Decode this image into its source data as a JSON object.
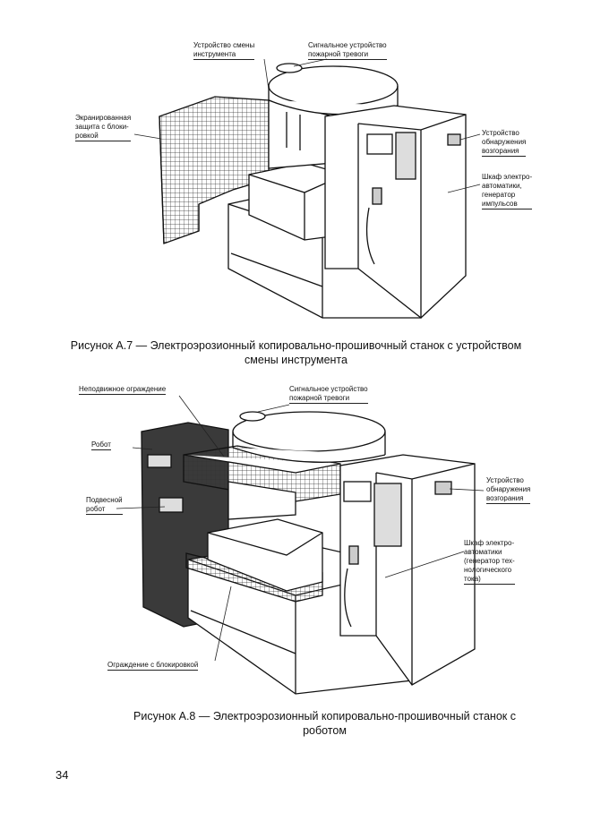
{
  "figure_a7": {
    "labels": {
      "tool_changer": "Устройство смены\nинструмента",
      "fire_alarm": "Сигнальное устройство\nпожарной тревоги",
      "shielded_guard": "Экранированная\nзащита с блоки-\nровкой",
      "ignition_detector": "Устройство\nобнаружения\nвозгорания",
      "control_cabinet": "Шкаф электро-\nавтоматики,\nгенератор\nимпульсов"
    },
    "caption": "Рисунок А.7 — Электроэрозионный копировально-прошивочный станок с устройством\nсмены инструмента"
  },
  "figure_a8": {
    "labels": {
      "fixed_guard": "Неподвижное ограждение",
      "fire_alarm": "Сигнальное устройство\nпожарной тревоги",
      "robot": "Робот",
      "suspended_robot": "Подвесной\nробот",
      "ignition_detector": "Устройство\nобнаружения\nвозгорания",
      "control_cabinet": "Шкаф электро-\nавтоматики\n(генератор тех-\nнологического\nтока)",
      "interlocked_guard": "Ограждение с блокировкой"
    },
    "caption": "Рисунок А.8 — Электроэрозионный копировально-прошивочный станок с\nроботом"
  },
  "page_number": "34"
}
